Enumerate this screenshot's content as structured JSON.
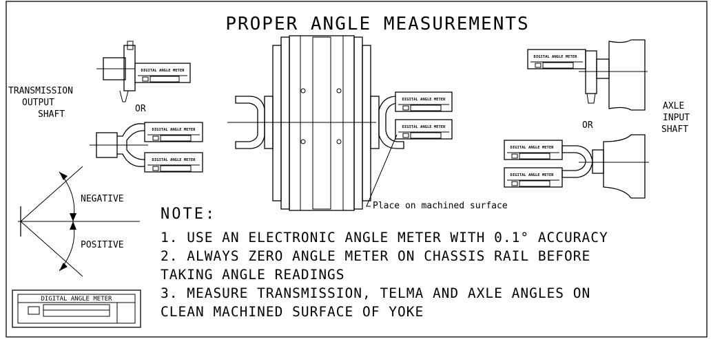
{
  "title": "PROPER ANGLE MEASUREMENTS",
  "labels": {
    "transmission": [
      "TRANSMISSION",
      "OUTPUT",
      "SHAFT"
    ],
    "axle": [
      "AXLE",
      "INPUT",
      "SHAFT"
    ],
    "or_left": "OR",
    "or_right": "OR",
    "negative": "NEGATIVE",
    "positive": "POSITIVE",
    "machined": "Place on machined surface",
    "meter": "DIGITAL ANGLE METER"
  },
  "note": {
    "heading": "NOTE:",
    "lines": [
      "1. USE AN ELECTRONIC ANGLE METER WITH 0.1° ACCURACY",
      "2. ALWAYS ZERO ANGLE METER ON CHASSIS RAIL BEFORE",
      "TAKING ANGLE READINGS",
      "3. MEASURE TRANSMISSION, TELMA AND AXLE ANGLES ON",
      "CLEAN MACHINED SURFACE OF YOKE"
    ]
  },
  "colors": {
    "ink": "#000000",
    "paper": "#ffffff"
  }
}
